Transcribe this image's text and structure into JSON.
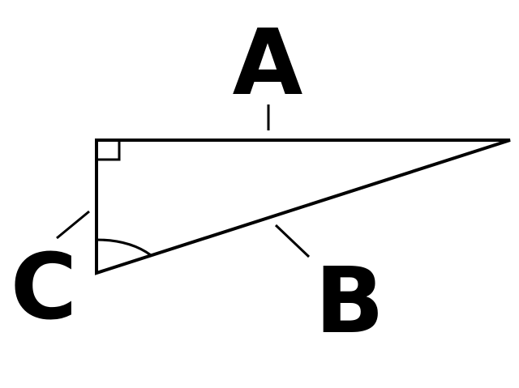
{
  "diagram": {
    "type": "right-triangle",
    "stroke_color": "#000000",
    "background": "#ffffff",
    "labels": {
      "a": "A",
      "b": "B",
      "c": "C"
    },
    "vertices": {
      "right_angle": [
        119,
        173
      ],
      "far_right": [
        629,
        173
      ],
      "bottom_left": [
        119,
        337
      ]
    },
    "markers": {
      "right_angle_marker": true,
      "angle_arc_at_bottom_left": true
    }
  }
}
